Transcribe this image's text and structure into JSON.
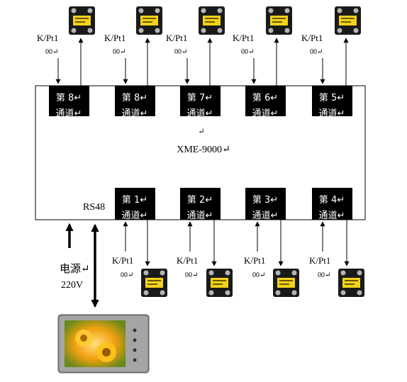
{
  "controller": {
    "model_label": "XME-9000↵",
    "para_mark": "↵",
    "comm_port_label": "RS48"
  },
  "top_channels": [
    {
      "line1": "第 8↵",
      "line2": "通道↵"
    },
    {
      "line1": "第 8↵",
      "line2": "通道↵"
    },
    {
      "line1": "第 7↵",
      "line2": "通道↵"
    },
    {
      "line1": "第 6↵",
      "line2": "通道↵"
    },
    {
      "line1": "第 5↵",
      "line2": "通道↵"
    }
  ],
  "bottom_channels": [
    {
      "line1": "第 1↵",
      "line2": "通道↵"
    },
    {
      "line1": "第 2↵",
      "line2": "通道↵"
    },
    {
      "line1": "第 3↵",
      "line2": "通道↵"
    },
    {
      "line1": "第 4↵",
      "line2": "通道↵"
    }
  ],
  "sensor_input": {
    "type_label": "K/Pt1",
    "sub_label": "00↵"
  },
  "power": {
    "label": "电源↵",
    "voltage": "220V"
  },
  "colors": {
    "channel_block": "#000000",
    "relay_body": "#1a1a1a",
    "relay_label": "#f2d21b",
    "hmi_frame": "#8a8a8a",
    "hmi_screen": "#e8a21a"
  },
  "icons": {
    "relay": "solid-state-relay-icon",
    "hmi": "touch-panel-hmi-icon"
  }
}
